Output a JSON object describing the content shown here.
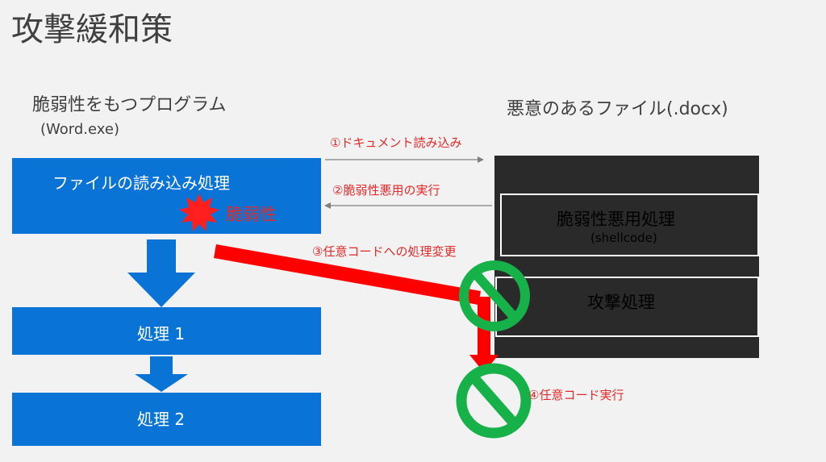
{
  "title": "攻撃緩和策",
  "left": {
    "heading": "脆弱性をもつプログラム",
    "program": "(Word.exe)",
    "load_box": "ファイルの読み込み処理",
    "vuln_label": "脆弱性",
    "proc1": "処理 1",
    "proc2": "処理 2"
  },
  "right": {
    "heading": "悪意のあるファイル(.docx)",
    "exploit_title": "脆弱性悪用処理",
    "exploit_sub": "(shellcode)",
    "attack": "攻撃処理"
  },
  "steps": {
    "s1": "①ドキュメント読み込み",
    "s2": "②脆弱性悪用の実行",
    "s3": "③任意コードへの処理変更",
    "s4": "④任意コード実行"
  },
  "colors": {
    "blue": "#0a74d6",
    "dark": "#2a2a2a",
    "red": "#ff0000",
    "green": "#17b14a",
    "burst": "#ff1f1f"
  }
}
